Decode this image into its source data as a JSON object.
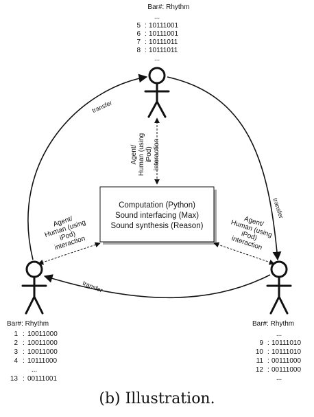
{
  "top": {
    "header": "Bar#: Rhythm",
    "dots_before": "...",
    "rows": [
      {
        "bar": "5",
        "rhythm": "10111001"
      },
      {
        "bar": "6",
        "rhythm": "10111001"
      },
      {
        "bar": "7",
        "rhythm": "10111011"
      },
      {
        "bar": "8",
        "rhythm": "10111011"
      }
    ],
    "dots_after": "..."
  },
  "left": {
    "header": "Bar#: Rhythm",
    "rows": [
      {
        "bar": "1",
        "rhythm": "10011000"
      },
      {
        "bar": "2",
        "rhythm": "10011000"
      },
      {
        "bar": "3",
        "rhythm": "10011000"
      },
      {
        "bar": "4",
        "rhythm": "10111000"
      }
    ],
    "dots": "...",
    "last_row": {
      "bar": "13",
      "rhythm": "00111001"
    }
  },
  "right": {
    "header": "Bar#: Rhythm",
    "dots_before": "...",
    "rows": [
      {
        "bar": "9",
        "rhythm": "10111010"
      },
      {
        "bar": "10",
        "rhythm": "10111010"
      },
      {
        "bar": "11",
        "rhythm": "00111000"
      },
      {
        "bar": "12",
        "rhythm": "00111000"
      }
    ],
    "dots_after": "..."
  },
  "center_box": {
    "line1": "Computation (Python)",
    "line2": "Sound interfacing (Max)",
    "line3": "Sound synthesis (Reason)"
  },
  "edges": {
    "transfer_left_top": "transfer",
    "transfer_top_right": "transfer",
    "transfer_right_left": "transfer"
  },
  "interactions": {
    "top": {
      "line1": "Agent/",
      "line2": "Human (using",
      "line3": "iPod)",
      "line4": "interaction"
    },
    "left": {
      "line1": "Agent/",
      "line2": "Human (using",
      "line3": "iPod)",
      "line4": "interaction"
    },
    "right": {
      "line1": "Agent/",
      "line2": "Human (using",
      "line3": "iPod)",
      "line4": "interaction"
    }
  },
  "caption": "(b) Illustration."
}
